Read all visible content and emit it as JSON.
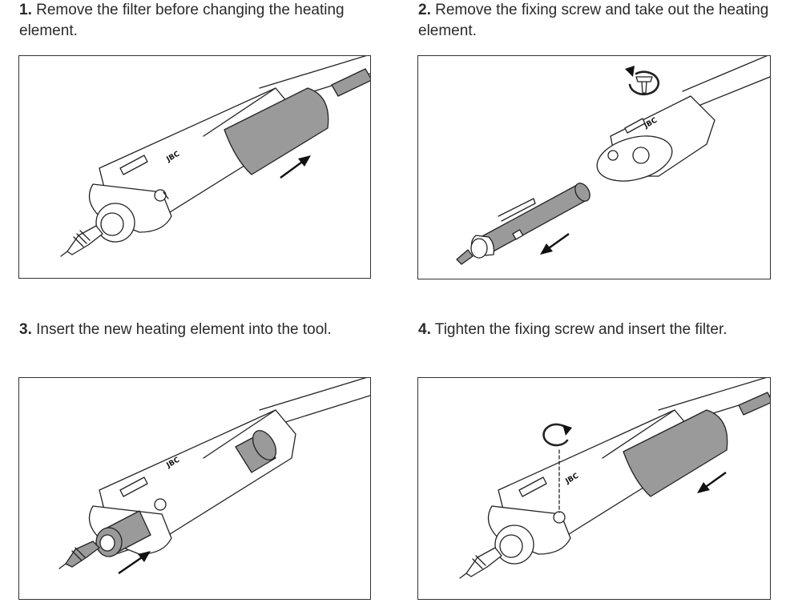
{
  "steps": [
    {
      "number": "1.",
      "text": "Remove the filter before changing the heating element.",
      "logo": "JBC"
    },
    {
      "number": "2.",
      "text": "Remove the fixing screw and take out the heating element.",
      "logo": "JBC"
    },
    {
      "number": "3.",
      "text": "Insert the new heating element into the tool.",
      "logo": "JBC"
    },
    {
      "number": "4.",
      "text": "Tighten the fixing screw and insert the filter.",
      "logo": "JBC"
    }
  ]
}
